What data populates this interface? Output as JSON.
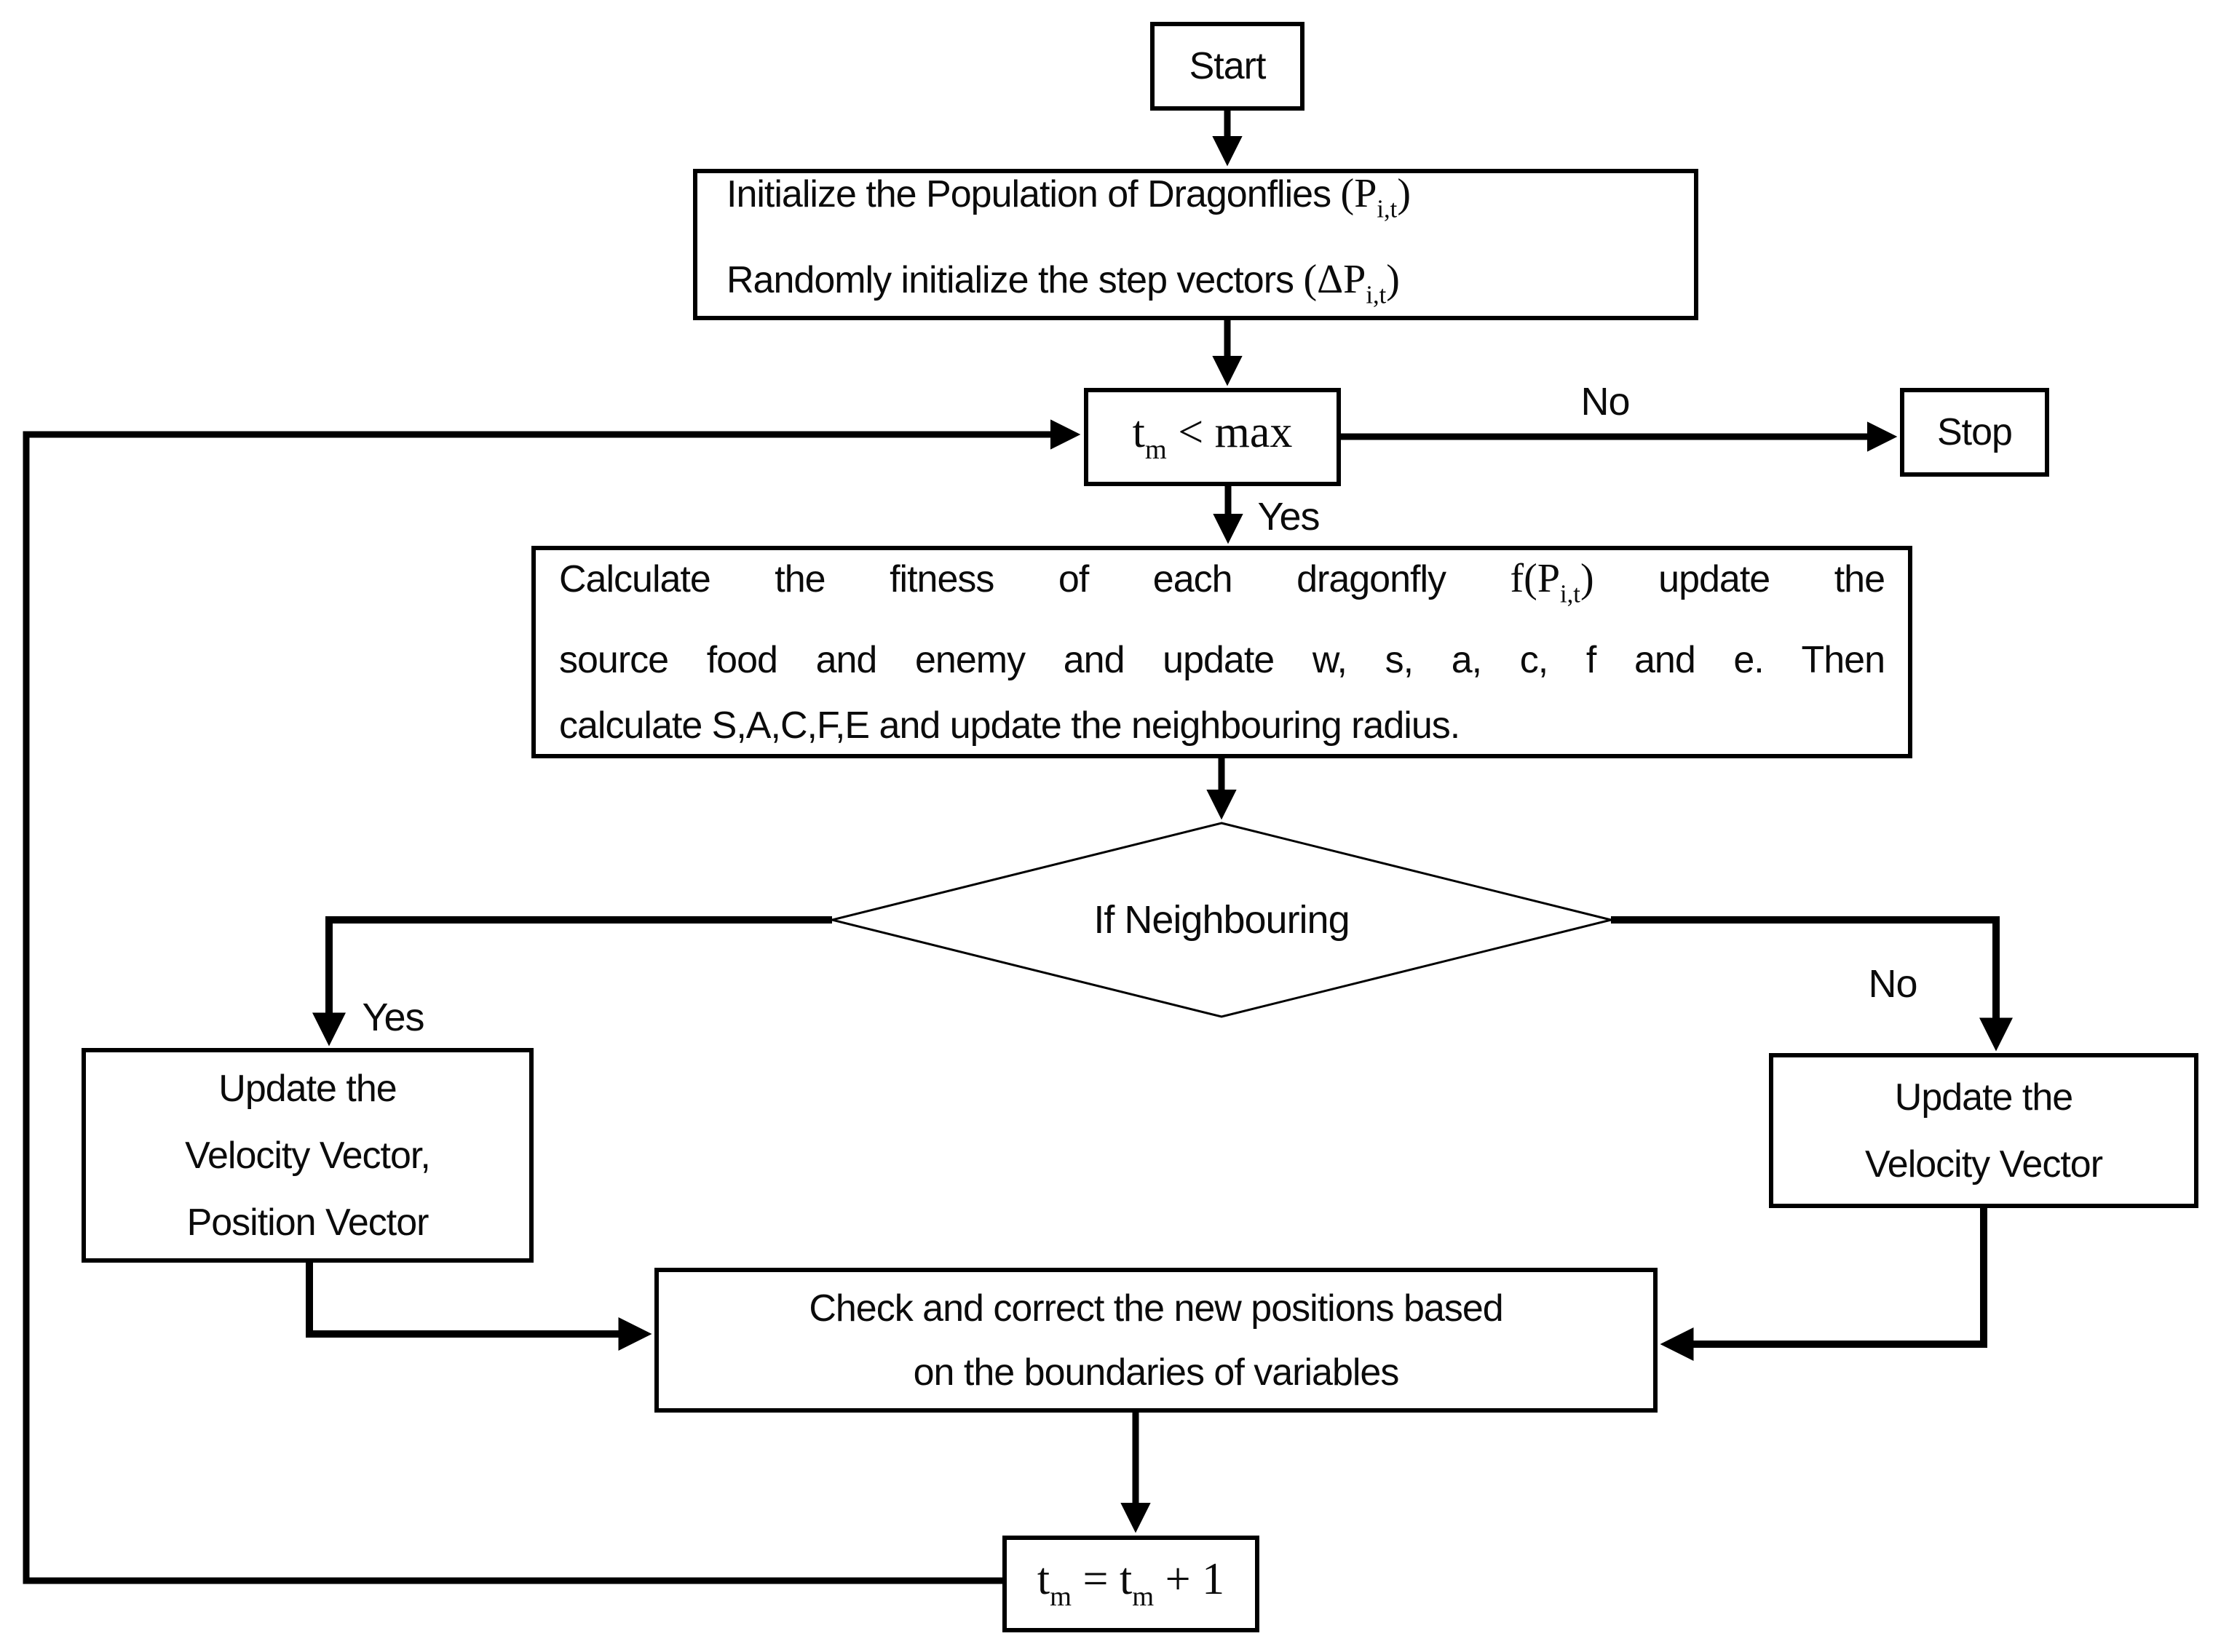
{
  "nodes": {
    "start": {
      "label": "Start"
    },
    "initialize": {
      "line1_text": "Initialize the Population of Dragonflies ",
      "line1_formula_open": "(P",
      "line1_formula_sub": "i,t",
      "line1_formula_close": ")",
      "line2_text": "Randomly initialize the step vectors ",
      "line2_formula_open": "(ΔP",
      "line2_formula_sub": "i,t",
      "line2_formula_close": ")"
    },
    "loop_condition": {
      "variable": "t",
      "variable_sub": "m",
      "comparison": " < max"
    },
    "stop": {
      "label": "Stop"
    },
    "calculate_fitness": {
      "line1_text": "Calculate the fitness of each dragonfly ",
      "line1_formula_open": "f(P",
      "line1_formula_sub": "i,t",
      "line1_formula_close": ")",
      "line1_tail": " update the",
      "line2": "source food and enemy and update w, s, a, c, f and e. Then",
      "line3": "calculate S,A,C,F,E and update the neighbouring radius."
    },
    "if_neighbouring": {
      "label": "If Neighbouring"
    },
    "update_velocity_position": {
      "line1": "Update the",
      "line2": "Velocity Vector,",
      "line3": "Position Vector"
    },
    "update_velocity": {
      "line1": "Update the",
      "line2": "Velocity Vector"
    },
    "check_boundaries": {
      "line1": "Check and correct the new positions based",
      "line2": "on the boundaries of variables"
    },
    "increment": {
      "lhs": "t",
      "lhs_sub": "m",
      "middle": " = t",
      "rhs_sub": "m",
      "tail": " + 1"
    }
  },
  "edge_labels": {
    "condition_no": "No",
    "condition_yes": "Yes",
    "neighbouring_yes": "Yes",
    "neighbouring_no": "No"
  }
}
